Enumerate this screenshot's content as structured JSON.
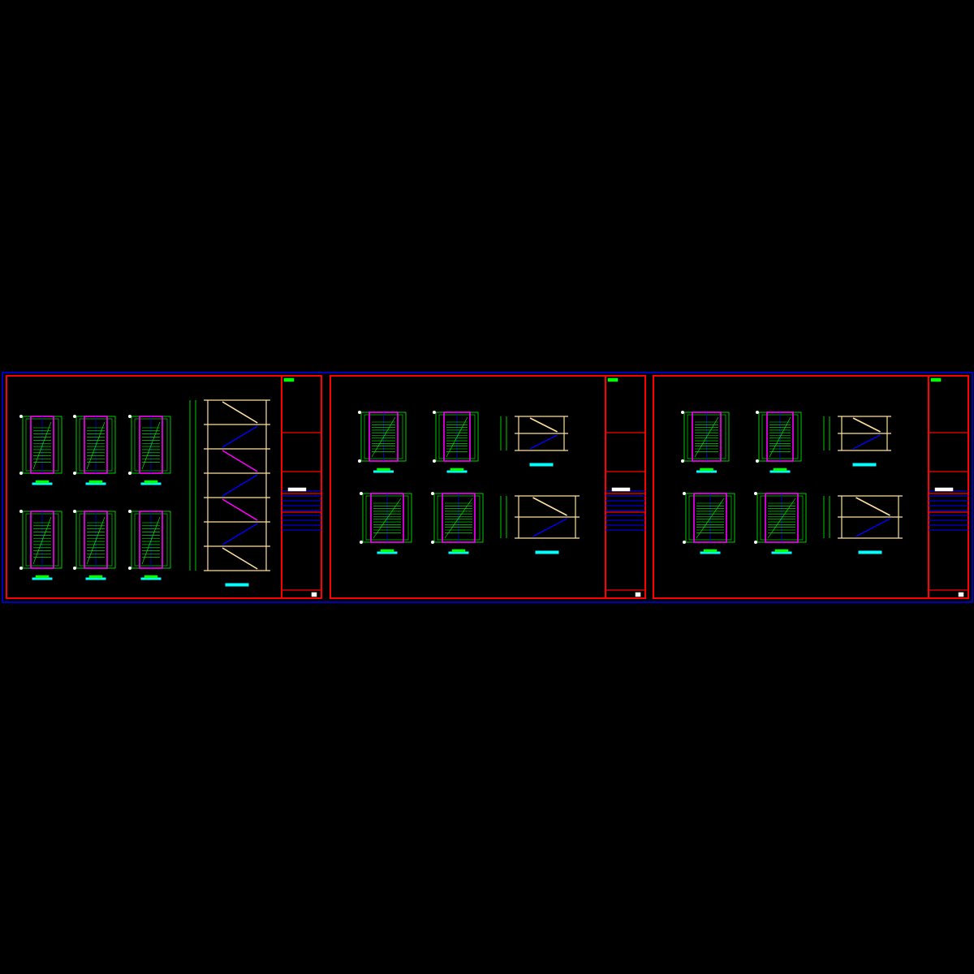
{
  "canvas": {
    "background": "#000000"
  },
  "colors": {
    "frame_outer": "#0000ff",
    "sheet_border": "#ff0000",
    "linework": "#00ff00",
    "walls": "#ff00ff",
    "stairs": "#ffe0a0",
    "axes": "#0000ff",
    "labels": "#00ffff",
    "title_text": "#ffffff"
  },
  "sheets": [
    {
      "id": "sheet-1",
      "plans": 6,
      "section_type": "tall"
    },
    {
      "id": "sheet-2",
      "plans": 4,
      "section_type": "two"
    },
    {
      "id": "sheet-3",
      "plans": 4,
      "section_type": "two"
    }
  ]
}
